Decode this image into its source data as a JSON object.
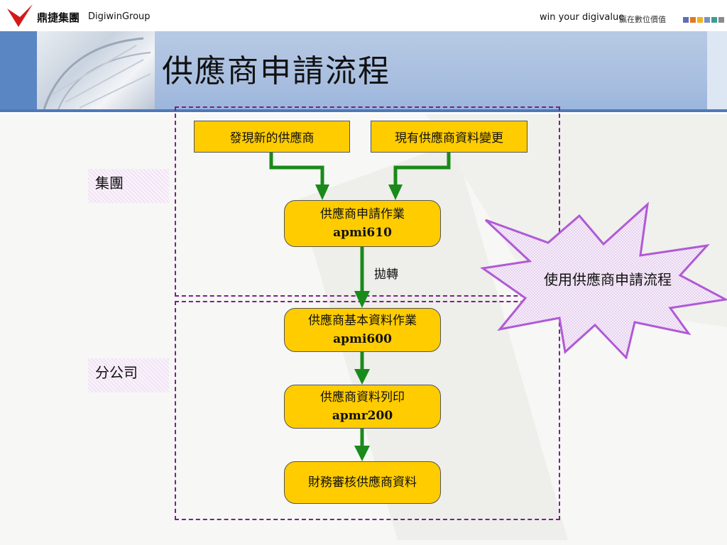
{
  "header": {
    "logo_cn": "鼎捷集團",
    "logo_brand": "DigiwinGroup",
    "slogan": "win your digivalue",
    "slogan_cn": "贏在數位價值",
    "accent_squares": [
      "#5b6fb8",
      "#e07a1f",
      "#f2b21b",
      "#7a8fc7",
      "#3a9f8f",
      "#8a8a8a"
    ]
  },
  "title": "供應商申請流程",
  "labels": {
    "group": "集團",
    "branch": "分公司"
  },
  "flow": {
    "discover": "發現新的供應商",
    "change": "現有供應商資料變更",
    "apply": {
      "name": "供應商申請作業",
      "code": "apmi610"
    },
    "transfer": "拋轉",
    "basic": {
      "name": "供應商基本資料作業",
      "code": "apmi600"
    },
    "print": {
      "name": "供應商資料列印",
      "code": "apmr200"
    },
    "review": "財務審核供應商資料"
  },
  "callout": "使用供應商申請流程",
  "colors": {
    "box_fill": "#ffcc00",
    "arrow": "#1a8a1a",
    "dash": "#7b1f8c",
    "star_stroke": "#b05ad6"
  }
}
